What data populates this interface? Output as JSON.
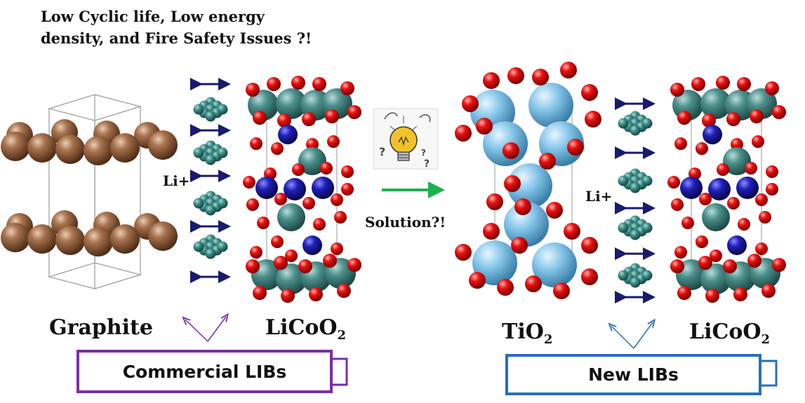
{
  "headline": {
    "line1": "Low Cyclic life, Low energy",
    "line2": "density, and Fire Safety Issues ?!"
  },
  "labels": {
    "graphite": "Graphite",
    "licoo2_left_main": "LiCoO",
    "licoo2_left_sub": "2",
    "tio2_main": "TiO",
    "tio2_sub": "2",
    "licoo2_right_main": "LiCoO",
    "licoo2_right_sub": "2",
    "li_plus_left": "Li+",
    "li_plus_right": "Li+",
    "solution": "Solution?!"
  },
  "batteries": {
    "commercial": "Commercial LIBs",
    "new": "New LIBs"
  },
  "colors": {
    "graphite_atom": "#8a5a3b",
    "cobalt_teal": "#3f8a86",
    "oxygen_red": "#e01010",
    "lithium_blue": "#1a1aa8",
    "titanium_lightblue": "#7ec3e8",
    "li_cluster": "#2e7d78",
    "arrow_navy": "#1a1a6e",
    "solution_arrow_green": "#19b34a",
    "commercial_outline": "#7a2ea6",
    "new_outline": "#2a6fb8"
  },
  "icons": {
    "idea": "lightbulb-icon"
  }
}
